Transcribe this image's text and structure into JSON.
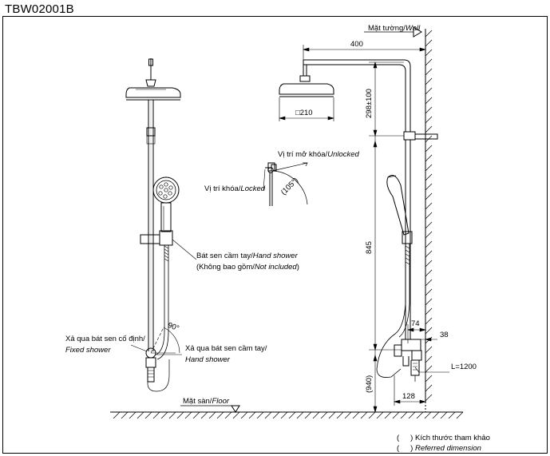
{
  "model_code": "TBW02001B",
  "labels": {
    "wall_vi": "Mặt tường/",
    "wall_en": "Wall",
    "floor_vi": "Mặt sàn/",
    "floor_en": "Floor",
    "unlocked_vi": "Vị trí mở khóa/",
    "unlocked_en": "Unlocked",
    "locked_vi": "Vị trí khóa/",
    "locked_en": "Locked",
    "hand_shower_vi": "Bát sen cầm tay/",
    "hand_shower_en": "Hand shower",
    "not_included_vi": "(Không bao gồm/",
    "not_included_en": "Not included",
    "not_included_close": ")",
    "fixed_vi": "Xả qua bát sen cố định/",
    "fixed_en": "Fixed shower",
    "handout_vi": "Xả qua bát sen cầm tay/",
    "handout_en": "Hand shower",
    "angle_90": "90°",
    "angle_105": "(105°)"
  },
  "dimensions": {
    "arm_length": "400",
    "head_size": "□210",
    "arm_drop": "298±100",
    "rail_height": "845",
    "valve_depth": "74",
    "outlet_offset": "38",
    "hose_length": "L=1200",
    "valve_height": "(940)",
    "base_depth": "128"
  },
  "legend": {
    "open_paren": "(",
    "close_paren": ")",
    "referred_vi": "Kích thước tham khảo",
    "referred_en": "Referred dimension"
  }
}
